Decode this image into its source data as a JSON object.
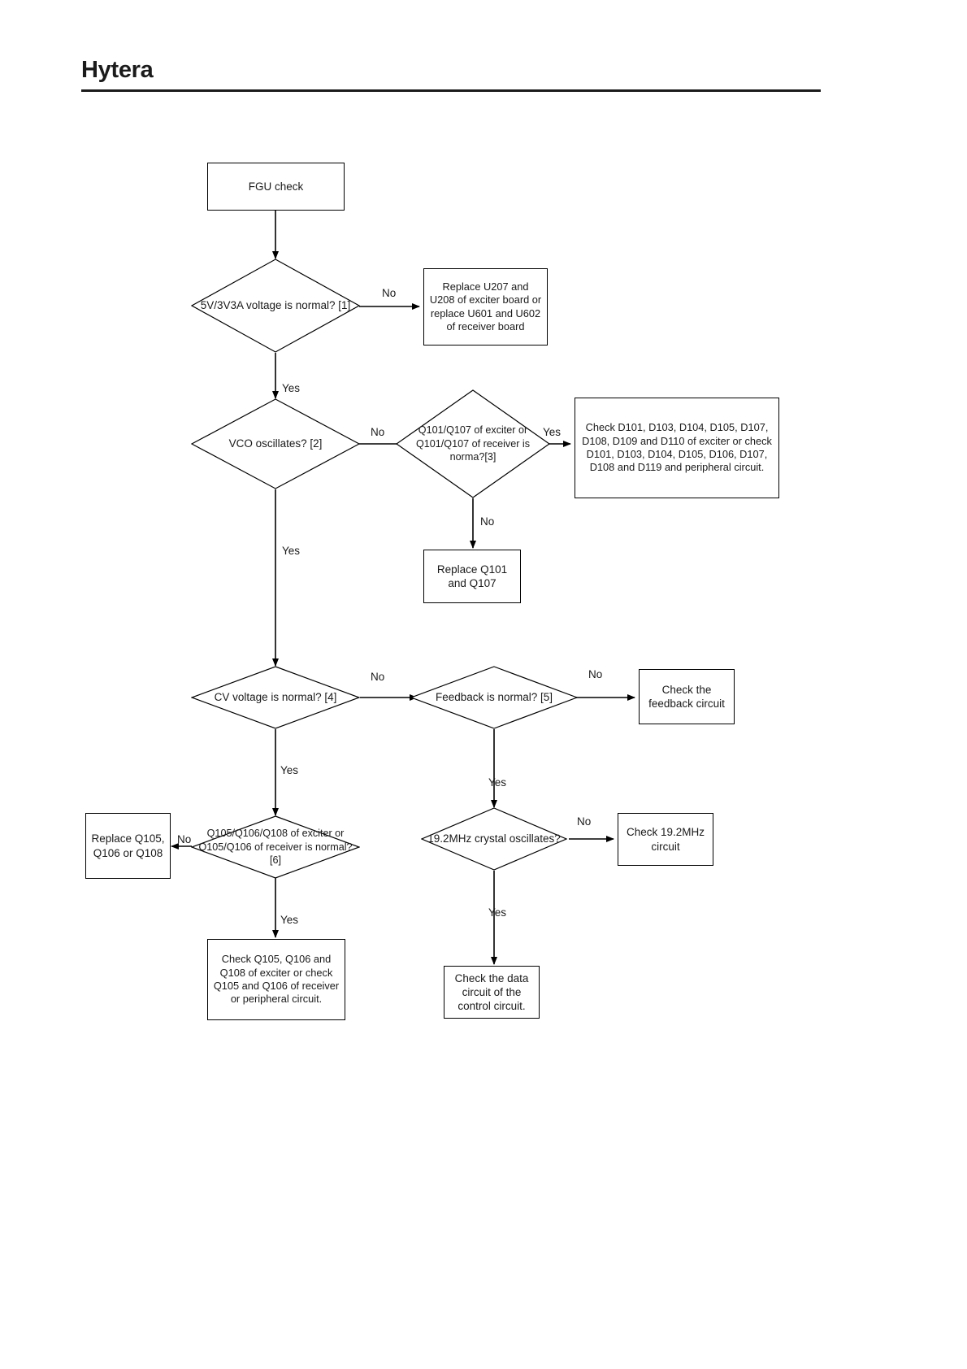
{
  "header": {
    "brand": "Hytera"
  },
  "flowchart": {
    "title": "FGU check",
    "nodes": [
      {
        "id": "start",
        "type": "process",
        "text": "FGU check"
      },
      {
        "id": "d1",
        "type": "decision",
        "text": "5V/3V3A voltage is normal? [1]"
      },
      {
        "id": "replace_u",
        "type": "process",
        "text": "Replace U207 and U208 of exciter board or replace U601 and U602 of receiver board"
      },
      {
        "id": "d2",
        "type": "decision",
        "text": "VCO oscillates? [2]"
      },
      {
        "id": "d3",
        "type": "decision",
        "text": "Q101/Q107 of exciter or Q101/Q107 of receiver is norma?[3]"
      },
      {
        "id": "check_d",
        "type": "process",
        "text": "Check D101, D103, D104, D105, D107, D108, D109 and D110 of exciter or check D101, D103, D104, D105, D106, D107, D108 and D119 and peripheral circuit."
      },
      {
        "id": "replace_q101",
        "type": "process",
        "text": "Replace Q101 and Q107"
      },
      {
        "id": "d4",
        "type": "decision",
        "text": "CV voltage is normal? [4]"
      },
      {
        "id": "d5",
        "type": "decision",
        "text": "Feedback is normal? [5]"
      },
      {
        "id": "check_fb",
        "type": "process",
        "text": "Check the feedback circuit"
      },
      {
        "id": "d6",
        "type": "decision",
        "text": "Q105/Q106/Q108 of exciter or Q105/Q106 of receiver is normal?[6]"
      },
      {
        "id": "replace_q105",
        "type": "process",
        "text": "Replace Q105, Q106 or Q108"
      },
      {
        "id": "check_q105",
        "type": "process",
        "text": "Check Q105, Q106 and Q108 of exciter or check Q105 and Q106 of receiver or peripheral circuit."
      },
      {
        "id": "d7",
        "type": "decision",
        "text": "19.2MHz crystal oscillates?"
      },
      {
        "id": "check_xtal",
        "type": "process",
        "text": "Check 19.2MHz circuit"
      },
      {
        "id": "check_data",
        "type": "process",
        "text": "Check the data circuit of the control circuit."
      }
    ],
    "edge_labels": {
      "d1_no": "No",
      "d1_yes": "Yes",
      "d2_no": "No",
      "d2_yes": "Yes",
      "d3_yes": "Yes",
      "d3_no": "No",
      "d4_no": "No",
      "d4_yes": "Yes",
      "d5_no": "No",
      "d5_yes": "Yes",
      "d6_no": "No",
      "d6_yes": "Yes",
      "d7_no": "No",
      "d7_yes": "Yes"
    },
    "colors": {
      "stroke": "#000000",
      "fill": "#ffffff",
      "text": "#1a1a1a"
    }
  }
}
